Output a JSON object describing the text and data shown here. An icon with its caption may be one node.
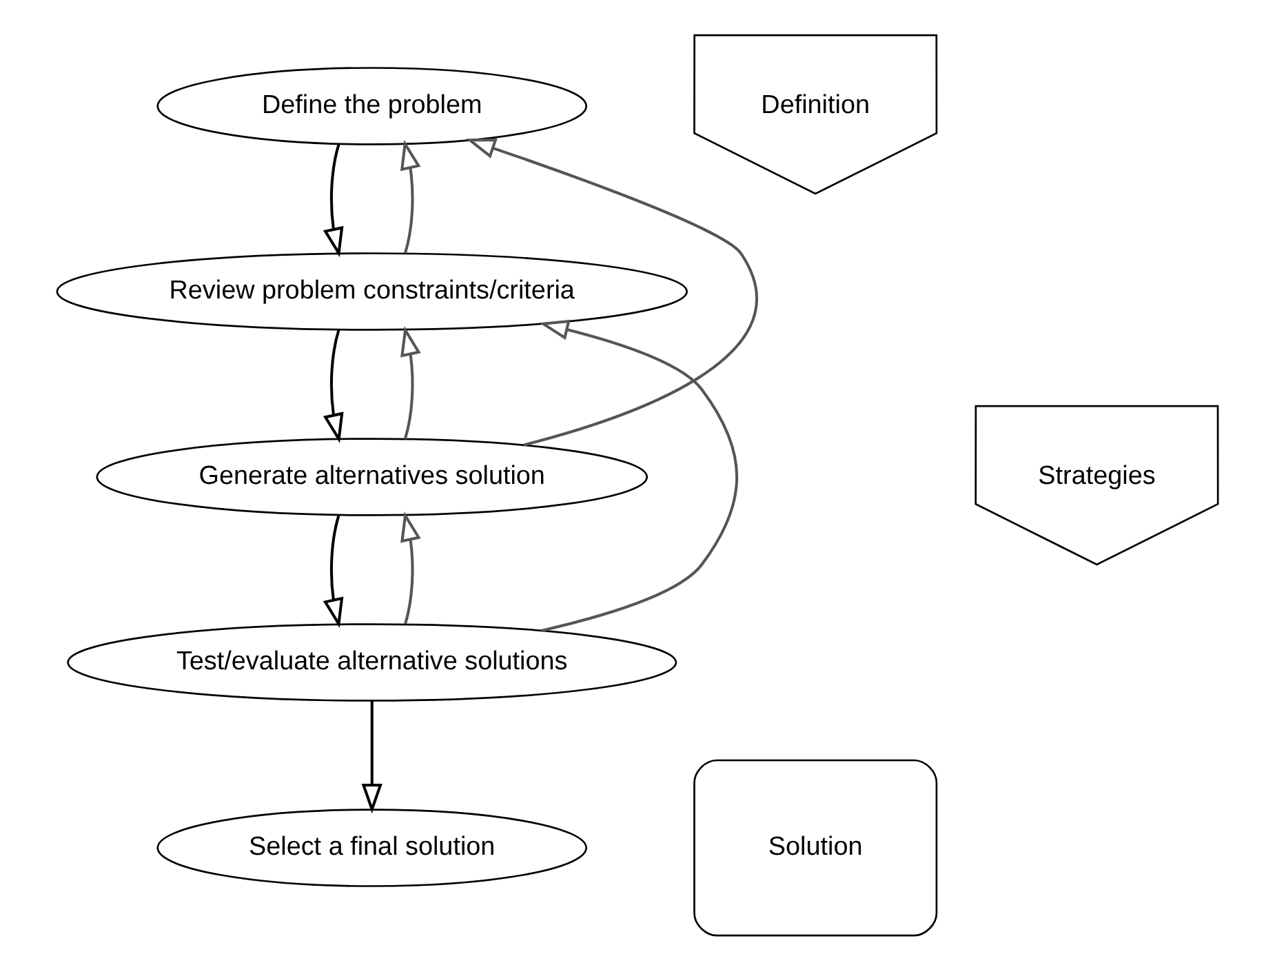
{
  "diagram": {
    "nodes": [
      {
        "text": [
          "Define the problem"
        ]
      },
      {
        "text": [
          "Review problem constraints/criteria"
        ]
      },
      {
        "text": [
          "Generate alternatives solution"
        ]
      },
      {
        "text": [
          "Test/evaluate alternative solutions"
        ]
      },
      {
        "text": [
          "Select a final solution"
        ]
      },
      {
        "text": [
          "Definition"
        ]
      },
      {
        "text": [
          "Strategies"
        ]
      },
      {
        "text": [
          "Solution"
        ]
      }
    ],
    "edges": [
      {
        "from": 0,
        "to": 1,
        "arrow": "to"
      },
      {
        "from": 1,
        "to": 2,
        "arrow": "to"
      },
      {
        "from": 2,
        "to": 3,
        "arrow": "to"
      },
      {
        "from": 3,
        "to": 4,
        "arrow": "to"
      },
      {
        "from": 1,
        "to": 0,
        "arrow": "to"
      },
      {
        "from": 2,
        "to": 1,
        "arrow": "to"
      },
      {
        "from": 3,
        "to": 2,
        "arrow": "to"
      },
      {
        "from": 2,
        "to": 0,
        "arrow": "to"
      },
      {
        "from": 3,
        "to": 1,
        "arrow": "to"
      }
    ]
  }
}
